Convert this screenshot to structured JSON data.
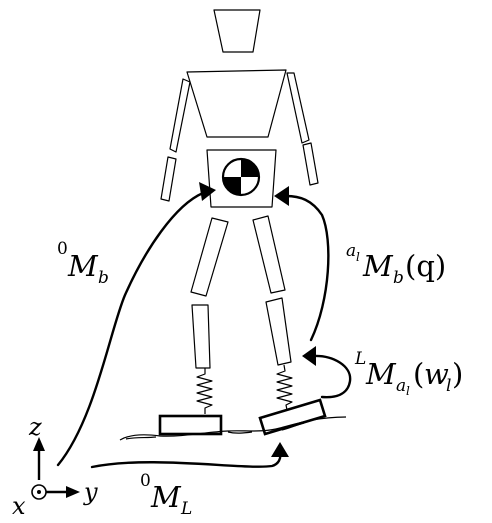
{
  "labels": {
    "m0b": {
      "sup": "0",
      "main": "M",
      "sub": "b"
    },
    "amb": {
      "sup_main": "a",
      "sup_sub": "l",
      "main": "M",
      "sub": "b",
      "arg": "(q)"
    },
    "lma": {
      "sup": "L",
      "main": "M",
      "sub_main": "a",
      "sub_sub": "l",
      "arg_open": "(",
      "arg_main": "w",
      "arg_sub": "l",
      "arg_close": ")"
    },
    "m0l": {
      "sup": "0",
      "main": "M",
      "sub": "L"
    }
  },
  "axes": {
    "z": "z",
    "y": "y",
    "x": "x"
  },
  "colors": {
    "stroke": "#000000",
    "background": "#ffffff"
  }
}
